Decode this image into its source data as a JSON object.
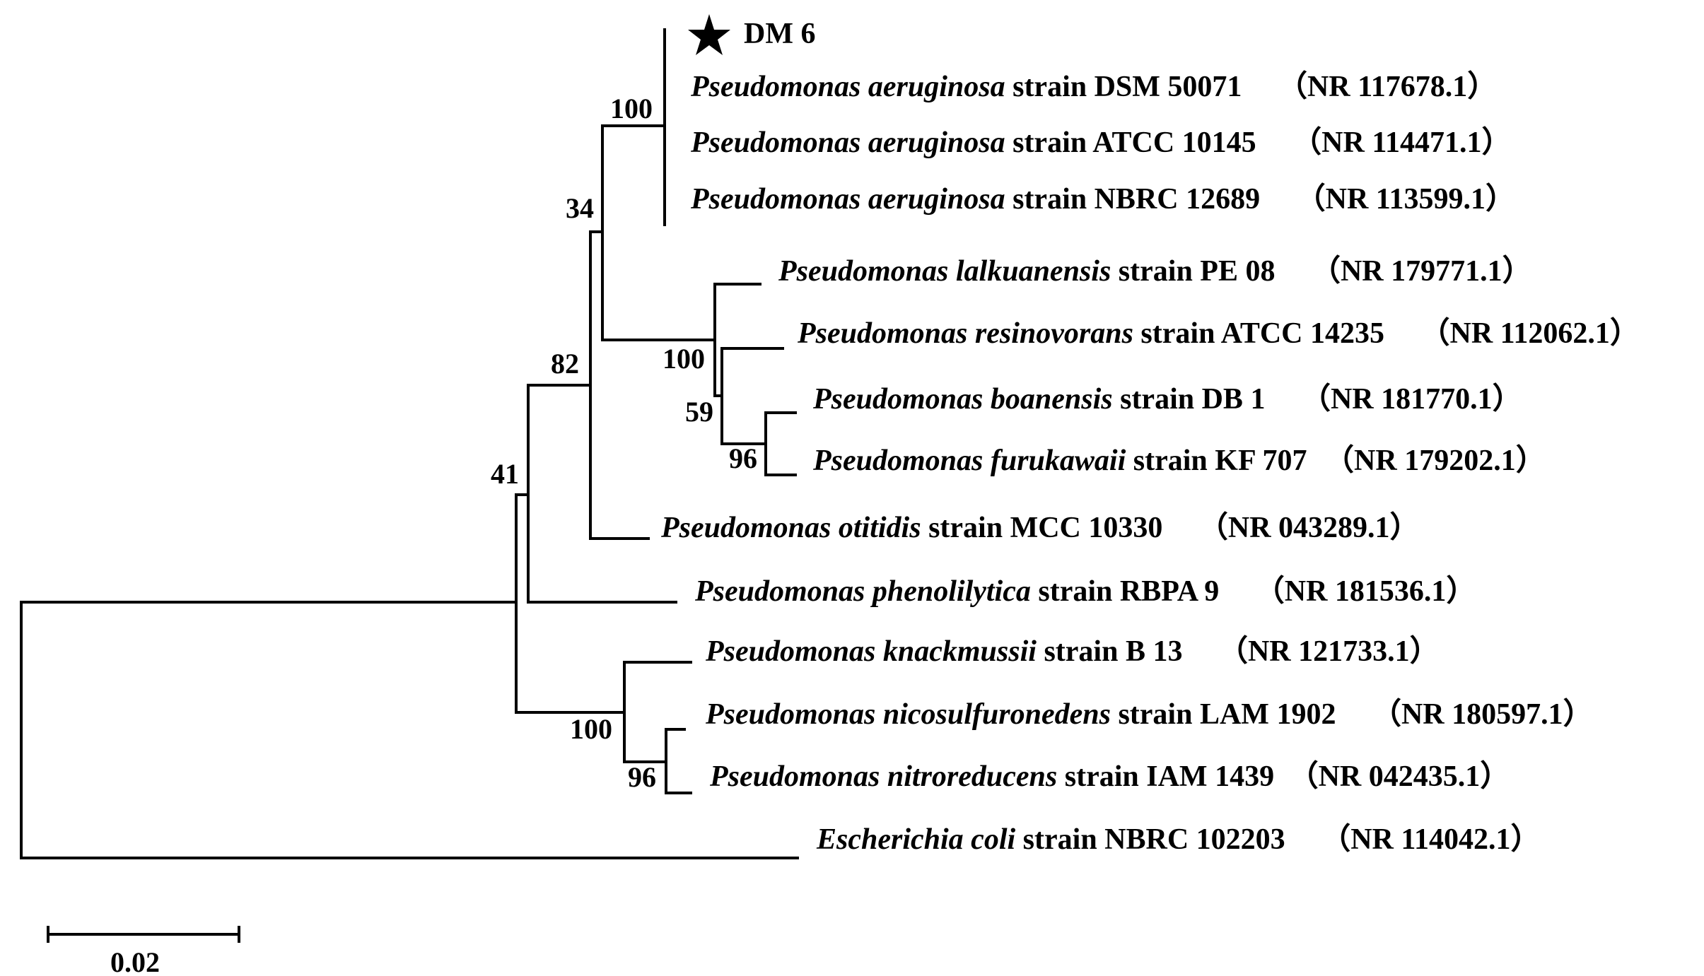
{
  "taxa": [
    {
      "genus_species": "",
      "label": "DM 6",
      "accession": "",
      "marker": "star-icon"
    },
    {
      "genus_species": "Pseudomonas aeruginosa",
      "label": "strain DSM 50071",
      "accession": "（NR 117678.1）"
    },
    {
      "genus_species": "Pseudomonas aeruginosa",
      "label": "strain ATCC 10145",
      "accession": "（NR 114471.1）"
    },
    {
      "genus_species": "Pseudomonas aeruginosa",
      "label": "strain NBRC 12689",
      "accession": "（NR 113599.1）"
    },
    {
      "genus_species": "Pseudomonas lalkuanensis",
      "label": "strain PE 08",
      "accession": "（NR 179771.1）"
    },
    {
      "genus_species": "Pseudomonas resinovorans",
      "label": "strain ATCC 14235",
      "accession": "（NR 112062.1）"
    },
    {
      "genus_species": "Pseudomonas boanensis",
      "label": "strain DB 1",
      "accession": "（NR 181770.1）"
    },
    {
      "genus_species": "Pseudomonas furukawaii",
      "label": "strain KF 707",
      "accession": "（NR 179202.1）"
    },
    {
      "genus_species": "Pseudomonas otitidis",
      "label": "strain MCC 10330",
      "accession": "（NR 043289.1）"
    },
    {
      "genus_species": "Pseudomonas phenolilytica",
      "label": "strain RBPA 9",
      "accession": "（NR 181536.1）"
    },
    {
      "genus_species": "Pseudomonas knackmussii",
      "label": "strain B 13",
      "accession": "（NR 121733.1）"
    },
    {
      "genus_species": "Pseudomonas nicosulfuronedens",
      "label": "strain LAM 1902",
      "accession": "（NR 180597.1）"
    },
    {
      "genus_species": "Pseudomonas nitroreducens",
      "label": "strain IAM 1439",
      "accession": "（NR 042435.1）"
    },
    {
      "genus_species": "Escherichia coli",
      "label": "strain NBRC 102203",
      "accession": "（NR 114042.1）"
    }
  ],
  "bootstrap_values": [
    "100",
    "34",
    "82",
    "41",
    "100",
    "59",
    "96",
    "100",
    "96"
  ],
  "scale_bar": {
    "label": "0.02"
  }
}
